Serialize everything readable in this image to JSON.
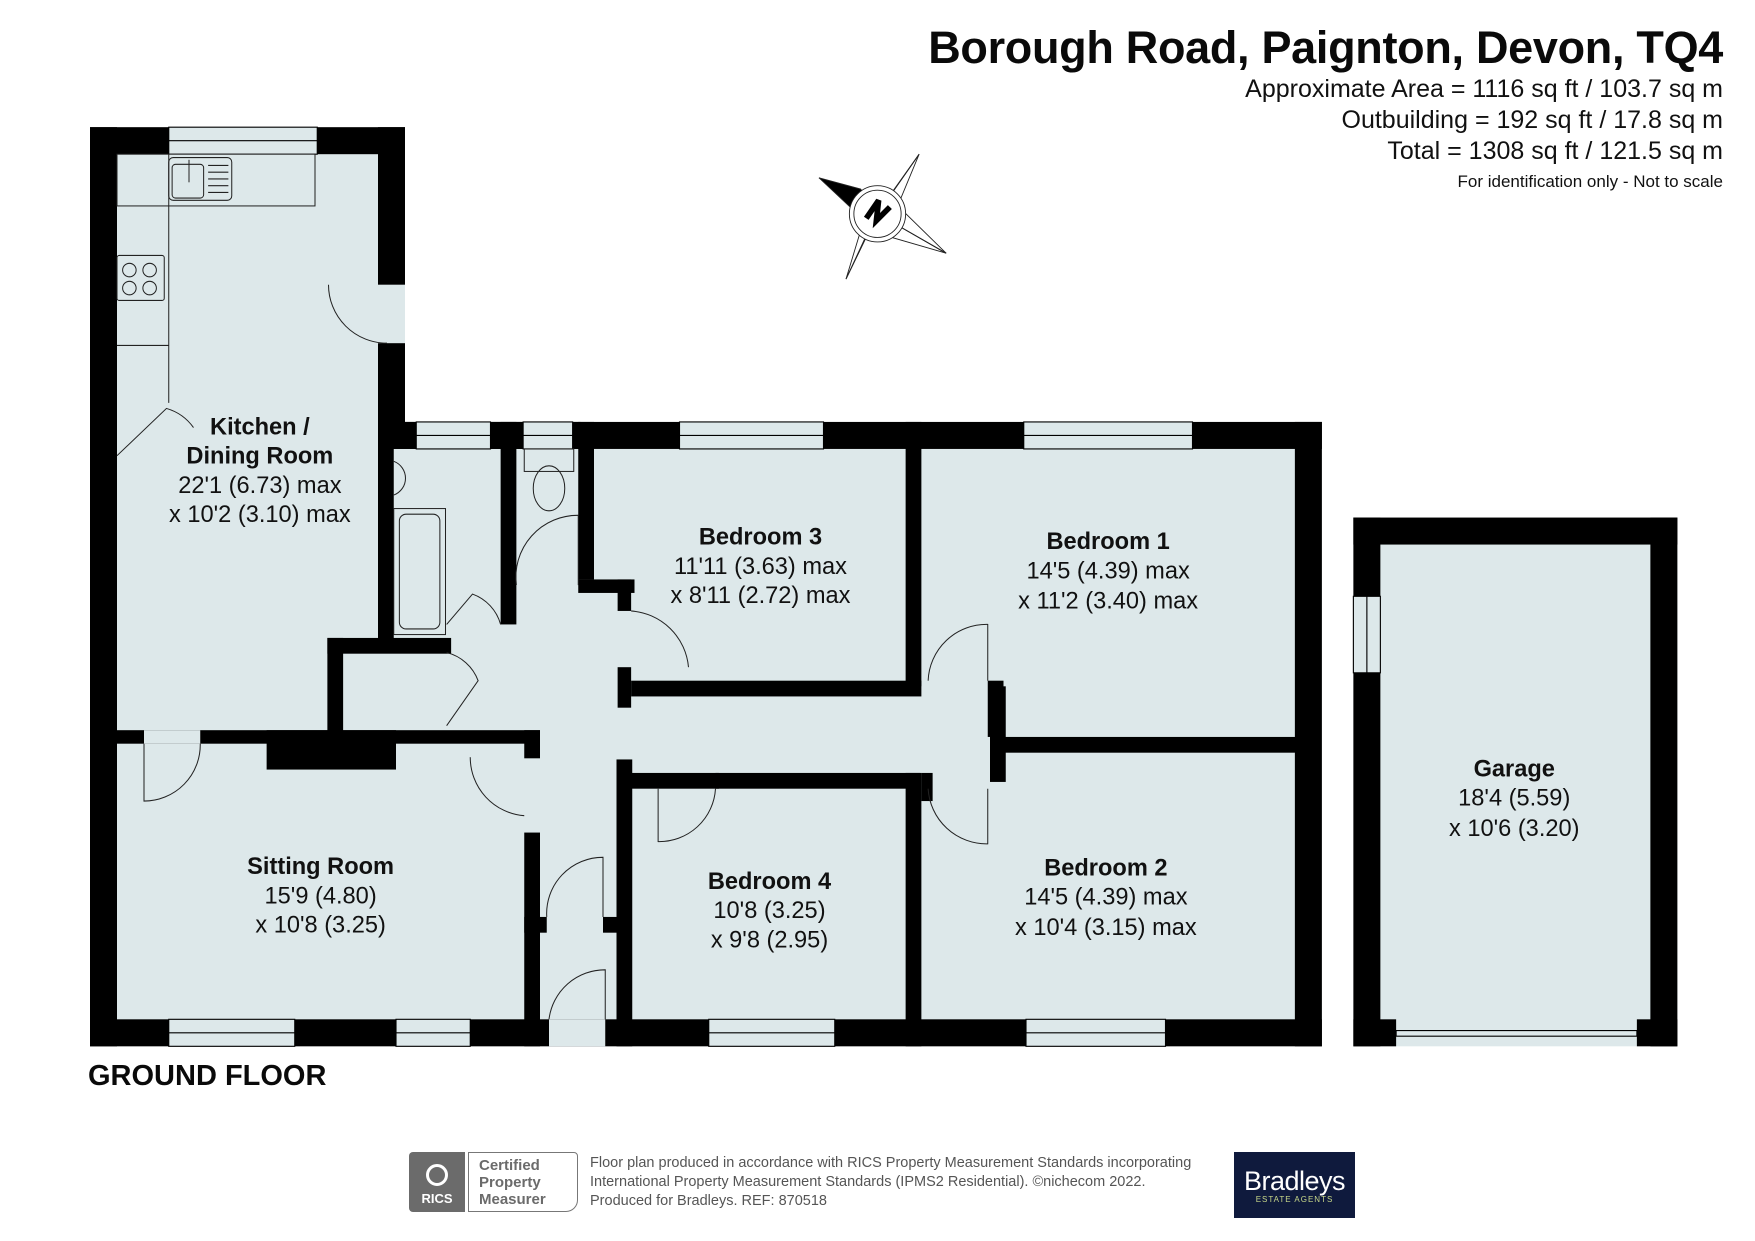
{
  "header": {
    "title": "Borough Road, Paignton, Devon, TQ4",
    "approximate_area": "Approximate Area = 1116 sq ft / 103.7 sq m",
    "outbuilding": "Outbuilding = 192 sq ft / 17.8 sq m",
    "total": "Total = 1308 sq ft / 121.5 sq m",
    "disclaimer": "For identification only - Not to scale"
  },
  "compass": {
    "label": "N",
    "icon": "north-compass-icon"
  },
  "floor": {
    "label": "GROUND FLOOR"
  },
  "rooms": {
    "kitchen": {
      "name_line1": "Kitchen /",
      "name_line2": "Dining Room",
      "dim1": "22'1 (6.73) max",
      "dim2": "x 10'2 (3.10) max"
    },
    "bedroom3": {
      "name": "Bedroom 3",
      "dim1": "11'11 (3.63) max",
      "dim2": "x 8'11 (2.72) max"
    },
    "bedroom1": {
      "name": "Bedroom 1",
      "dim1": "14'5 (4.39) max",
      "dim2": "x 11'2 (3.40) max"
    },
    "sitting": {
      "name": "Sitting Room",
      "dim1": "15'9 (4.80)",
      "dim2": "x 10'8 (3.25)"
    },
    "bedroom4": {
      "name": "Bedroom 4",
      "dim1": "10'8 (3.25)",
      "dim2": "x 9'8 (2.95)"
    },
    "bedroom2": {
      "name": "Bedroom 2",
      "dim1": "14'5 (4.39) max",
      "dim2": "x 10'4 (3.15) max"
    },
    "garage": {
      "name": "Garage",
      "dim1": "18'4 (5.59)",
      "dim2": "x 10'6 (3.20)"
    }
  },
  "colors": {
    "floor": "#dde8ea",
    "wall": "#000000",
    "brand_bg": "#0f1a3d",
    "brand_sub": "#c9d98a",
    "rics_gray": "#6b6b6b"
  },
  "footer": {
    "rics_logo": "RICS",
    "rics_cert_line1": "Certified",
    "rics_cert_line2": "Property",
    "rics_cert_line3": "Measurer",
    "text_line1": "Floor plan produced in accordance with RICS Property Measurement Standards incorporating",
    "text_line2": "International Property Measurement Standards (IPMS2 Residential).   ©nichecom 2022.",
    "text_line3": "Produced for Bradleys.   REF: 870518",
    "brand_name": "Bradleys",
    "brand_sub": "ESTATE AGENTS"
  }
}
